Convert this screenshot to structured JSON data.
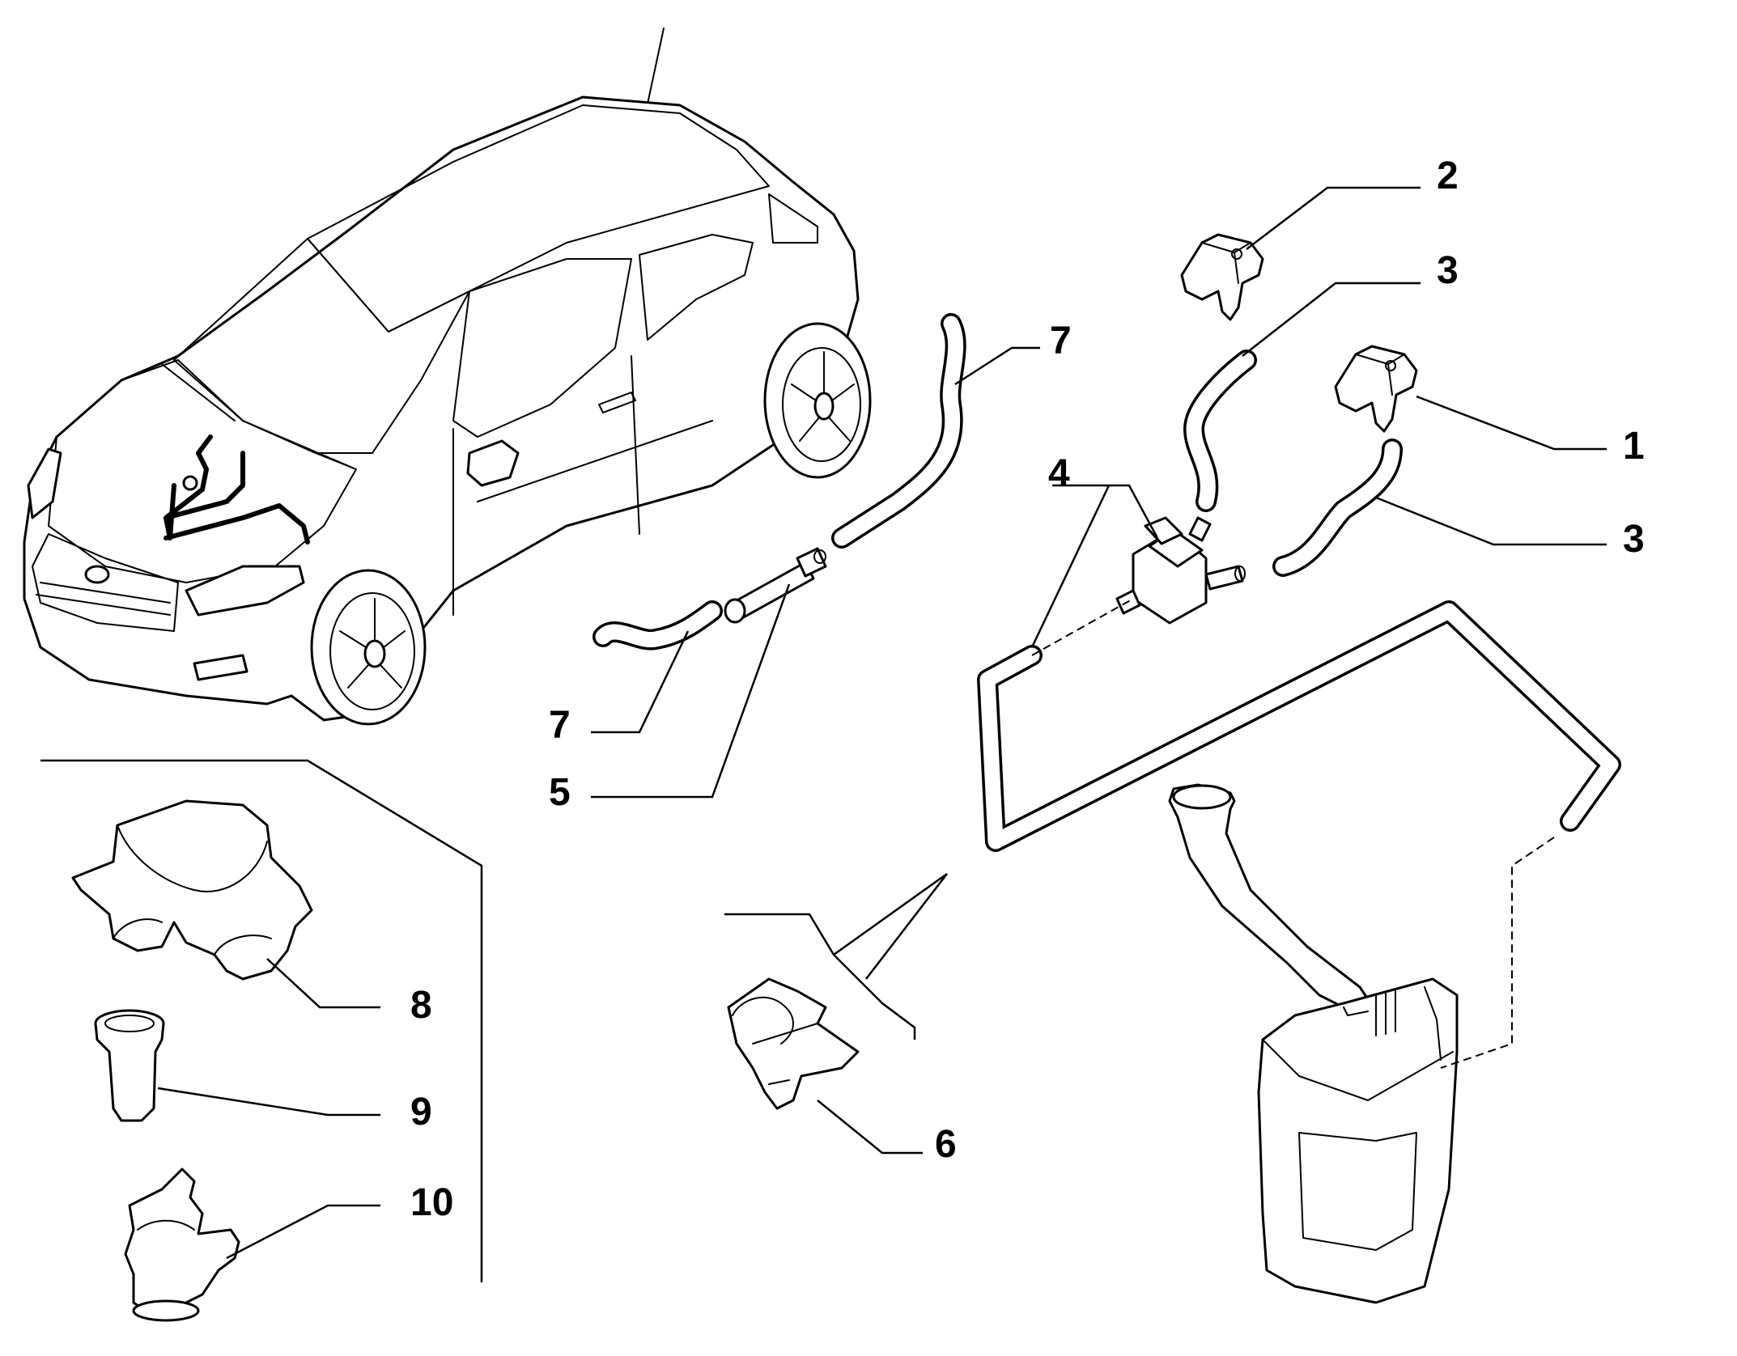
{
  "callouts": {
    "c1": "1",
    "c2": "2",
    "c3a": "3",
    "c3b": "3",
    "c4": "4",
    "c5": "5",
    "c6": "6",
    "c7a": "7",
    "c7b": "7",
    "c8": "8",
    "c9": "9",
    "c10": "10"
  },
  "colors": {
    "line": "#000000",
    "background": "#ffffff"
  }
}
